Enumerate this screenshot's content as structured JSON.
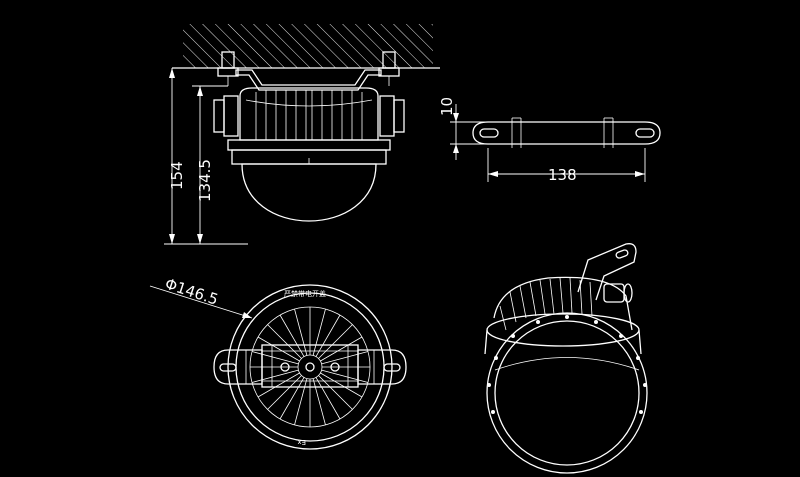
{
  "colors": {
    "background": "#000000",
    "line": "#ffffff"
  },
  "dimensions": {
    "total_height": "154",
    "body_height": "134.5",
    "bracket_thickness": "10",
    "bracket_length": "138",
    "diameter": "Φ146.5"
  },
  "markings": {
    "warning_text": "严禁带电开盖",
    "ex_mark": "Ex"
  }
}
